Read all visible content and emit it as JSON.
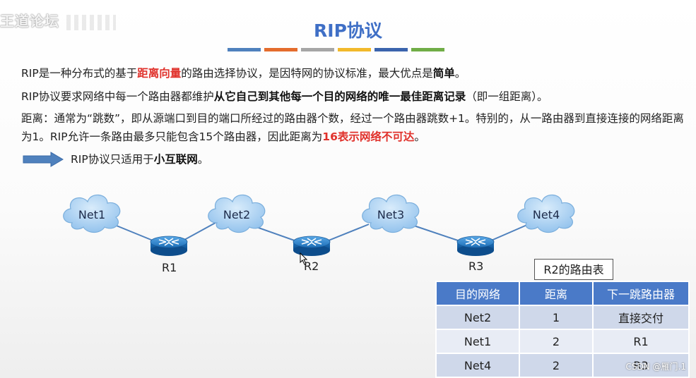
{
  "watermark": "王道论坛",
  "title": "RIP协议",
  "colors": {
    "bars": [
      "#4f81bd",
      "#e46c2d",
      "#a6a6a6",
      "#f2b92b",
      "#3b64ad",
      "#70ad47"
    ],
    "accent_red": "#e0312b",
    "table_header": "#4a7ac8"
  },
  "paragraphs": {
    "p1": {
      "a": "RIP是一种分布式的基于",
      "b": "距离向量",
      "c": "的路由选择协议，是因特网的协议标准，最大优点是",
      "d": "简单",
      "e": "。"
    },
    "p2": {
      "a": "RIP协议要求网络中每一个路由器都维护",
      "b": "从它自己到其他每一个目的网络的唯一最佳距离记录",
      "c": "（即一组距离）。"
    },
    "p3": {
      "a": "距离：通常为“跳数”，即从源端口到目的端口所经过的路由器个数，经过一个路由器跳数+1。特别的，从一路由器到直接连接的网络距离为1。RIP允许一条路由最多只能包含15个路由器，因此距离为",
      "b": "16表示网络不可达",
      "c": "。"
    },
    "p4": {
      "a": "RIP协议只适用于",
      "b": "小互联网",
      "c": "。"
    }
  },
  "diagram": {
    "clouds": [
      "Net1",
      "Net2",
      "Net3",
      "Net4"
    ],
    "routers": [
      "R1",
      "R2",
      "R3"
    ]
  },
  "routing_table": {
    "caption": "R2的路由表",
    "headers": [
      "目的网络",
      "距离",
      "下一跳路由器"
    ],
    "rows": [
      [
        "Net2",
        "1",
        "直接交付"
      ],
      [
        "Net1",
        "2",
        "R1"
      ],
      [
        "Net4",
        "2",
        "R3"
      ]
    ]
  },
  "credit": "CSDN @雁门.1"
}
